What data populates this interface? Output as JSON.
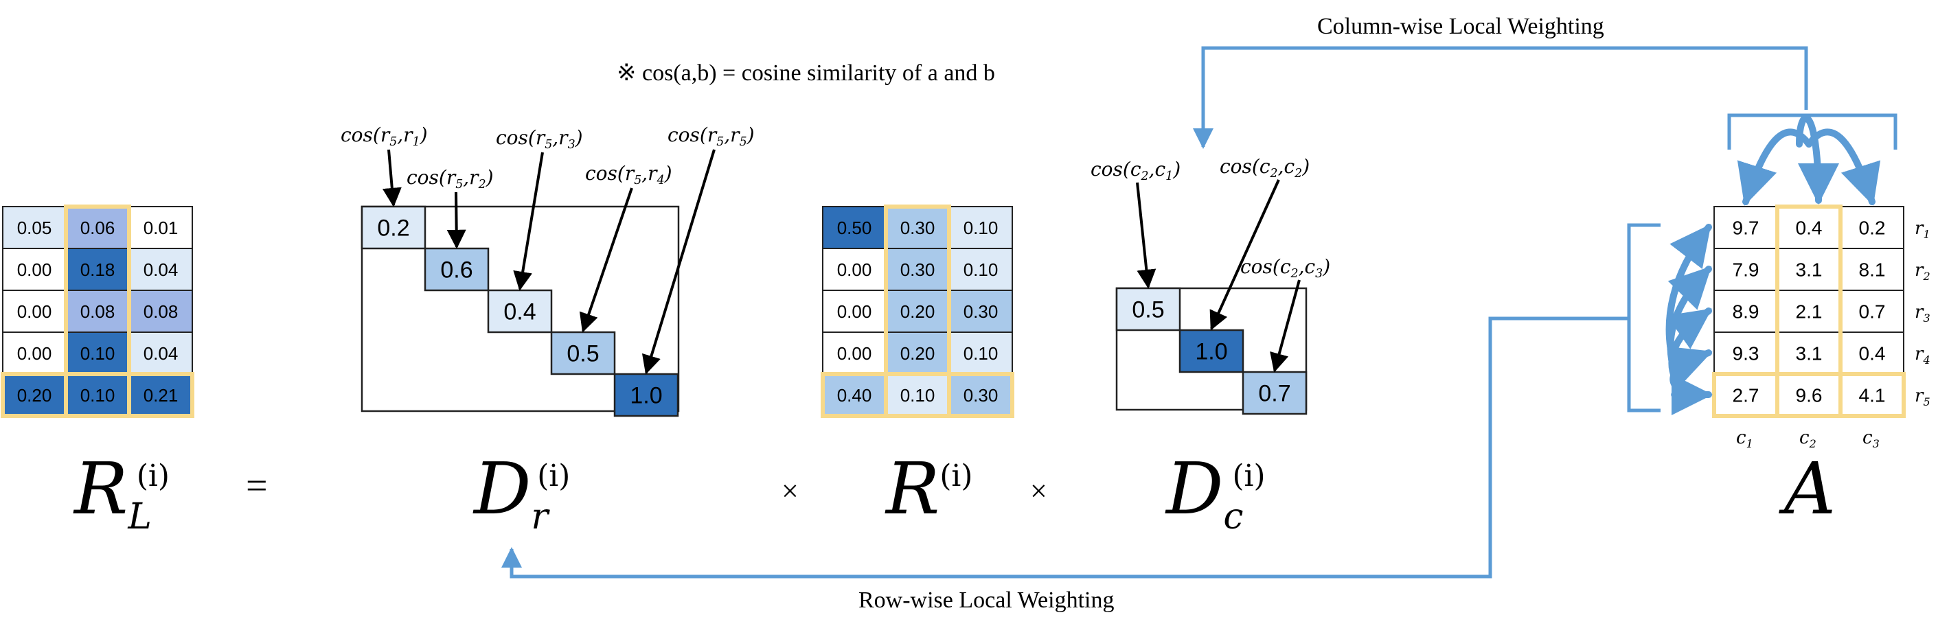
{
  "colors": {
    "cell_white": "#ffffff",
    "cell_l1": "#ddeaf7",
    "cell_l2": "#a9c9ea",
    "cell_l3": "#9fb6e6",
    "cell_dark": "#2e6fb8",
    "highlight": "#f7d98a",
    "arrow_blue": "#5b9bd5",
    "black": "#000000"
  },
  "note": {
    "symbol": "※",
    "text": "cos(a,b) = cosine similarity of a and b"
  },
  "captions": {
    "column_wise": "Column-wise Local Weighting",
    "row_wise": "Row-wise Local Weighting"
  },
  "operators": {
    "equals": "=",
    "times1": "×",
    "times2": "×"
  },
  "matrices": {
    "RL": {
      "name": "R",
      "sub": "L",
      "sup": "(i)",
      "values": [
        [
          "0.05",
          "0.06",
          "0.01"
        ],
        [
          "0.00",
          "0.18",
          "0.04"
        ],
        [
          "0.00",
          "0.08",
          "0.08"
        ],
        [
          "0.00",
          "0.10",
          "0.04"
        ],
        [
          "0.20",
          "0.10",
          "0.21"
        ]
      ],
      "shades": [
        [
          "l1",
          "l3",
          "white"
        ],
        [
          "white",
          "dark",
          "l1"
        ],
        [
          "white",
          "l3",
          "l3"
        ],
        [
          "white",
          "dark",
          "l1"
        ],
        [
          "dark",
          "dark",
          "dark"
        ]
      ]
    },
    "Dr": {
      "name": "D",
      "sub": "r",
      "sup": "(i)",
      "diag": [
        "0.2",
        "0.6",
        "0.4",
        "0.5",
        "1.0"
      ],
      "shades": [
        "l1",
        "l2",
        "l1",
        "l2",
        "dark"
      ],
      "annotations": [
        {
          "f": "cos",
          "a": "r",
          "as": "5",
          "b": "r",
          "bs": "1"
        },
        {
          "f": "cos",
          "a": "r",
          "as": "5",
          "b": "r",
          "bs": "2"
        },
        {
          "f": "cos",
          "a": "r",
          "as": "5",
          "b": "r",
          "bs": "3"
        },
        {
          "f": "cos",
          "a": "r",
          "as": "5",
          "b": "r",
          "bs": "4"
        },
        {
          "f": "cos",
          "a": "r",
          "as": "5",
          "b": "r",
          "bs": "5"
        }
      ]
    },
    "R": {
      "name": "R",
      "sup": "(i)",
      "values": [
        [
          "0.50",
          "0.30",
          "0.10"
        ],
        [
          "0.00",
          "0.30",
          "0.10"
        ],
        [
          "0.00",
          "0.20",
          "0.30"
        ],
        [
          "0.00",
          "0.20",
          "0.10"
        ],
        [
          "0.40",
          "0.10",
          "0.30"
        ]
      ],
      "shades": [
        [
          "dark",
          "l2",
          "l1"
        ],
        [
          "white",
          "l2",
          "l1"
        ],
        [
          "white",
          "l2",
          "l2"
        ],
        [
          "white",
          "l2",
          "l1"
        ],
        [
          "l2",
          "l1",
          "l2"
        ]
      ]
    },
    "Dc": {
      "name": "D",
      "sub": "c",
      "sup": "(i)",
      "diag": [
        "0.5",
        "1.0",
        "0.7"
      ],
      "shades": [
        "l1",
        "dark",
        "l2"
      ],
      "annotations": [
        {
          "f": "cos",
          "a": "c",
          "as": "2",
          "b": "c",
          "bs": "1"
        },
        {
          "f": "cos",
          "a": "c",
          "as": "2",
          "b": "c",
          "bs": "2"
        },
        {
          "f": "cos",
          "a": "c",
          "as": "2",
          "b": "c",
          "bs": "3"
        }
      ]
    },
    "A": {
      "name": "A",
      "values": [
        [
          "9.7",
          "0.4",
          "0.2"
        ],
        [
          "7.9",
          "3.1",
          "8.1"
        ],
        [
          "8.9",
          "2.1",
          "0.7"
        ],
        [
          "9.3",
          "3.1",
          "0.4"
        ],
        [
          "2.7",
          "9.6",
          "4.1"
        ]
      ],
      "row_labels": [
        {
          "n": "r",
          "s": "1"
        },
        {
          "n": "r",
          "s": "2"
        },
        {
          "n": "r",
          "s": "3"
        },
        {
          "n": "r",
          "s": "4"
        },
        {
          "n": "r",
          "s": "5"
        }
      ],
      "col_labels": [
        {
          "n": "c",
          "s": "1"
        },
        {
          "n": "c",
          "s": "2"
        },
        {
          "n": "c",
          "s": "3"
        }
      ]
    }
  }
}
